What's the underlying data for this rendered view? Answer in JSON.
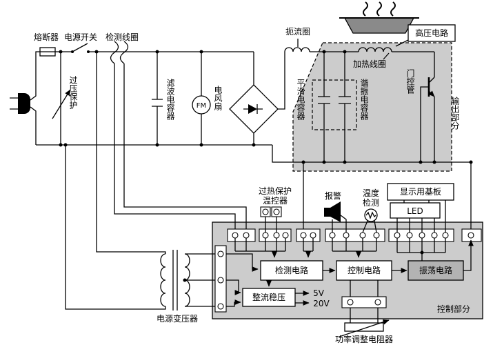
{
  "labels": {
    "fuse": "熔断器",
    "power_switch": "电源开关",
    "detection_coil": "检测线圈",
    "overvoltage_protection": "过压保护",
    "filter_capacitor": "滤波电容器",
    "fan_label": "电风扇",
    "fan_marking": "FM",
    "choke_coil": "扼流圈",
    "high_voltage_circuit": "高压电路",
    "heating_coil": "加热线圈",
    "smoothing_capacitor": "平滑电容器",
    "resonant_capacitor": "谐振电容器",
    "gate_tube": "门控管",
    "output_section": "输出部分",
    "overheat_line1": "过热保护",
    "overheat_line2": "温控器",
    "alarm": "报警",
    "temp_line1": "温度",
    "temp_line2": "检测",
    "display_board": "显示用基板",
    "led": "LED",
    "detection_circuit": "检测电路",
    "control_circuit": "控制电路",
    "oscillation_circuit": "振荡电路",
    "rectifier_regulator": "整流稳压",
    "v5": "5V",
    "v20": "20V",
    "power_transformer": "电源变压器",
    "power_adjust_resistor": "功率调整电阻器",
    "control_section": "控制部分"
  },
  "colors": {
    "line": "#000000",
    "background": "#ffffff",
    "shaded_region": "#cccccc",
    "oscillator_fill": "#b3b3b3",
    "pan_fill": "#8a8a8a"
  }
}
